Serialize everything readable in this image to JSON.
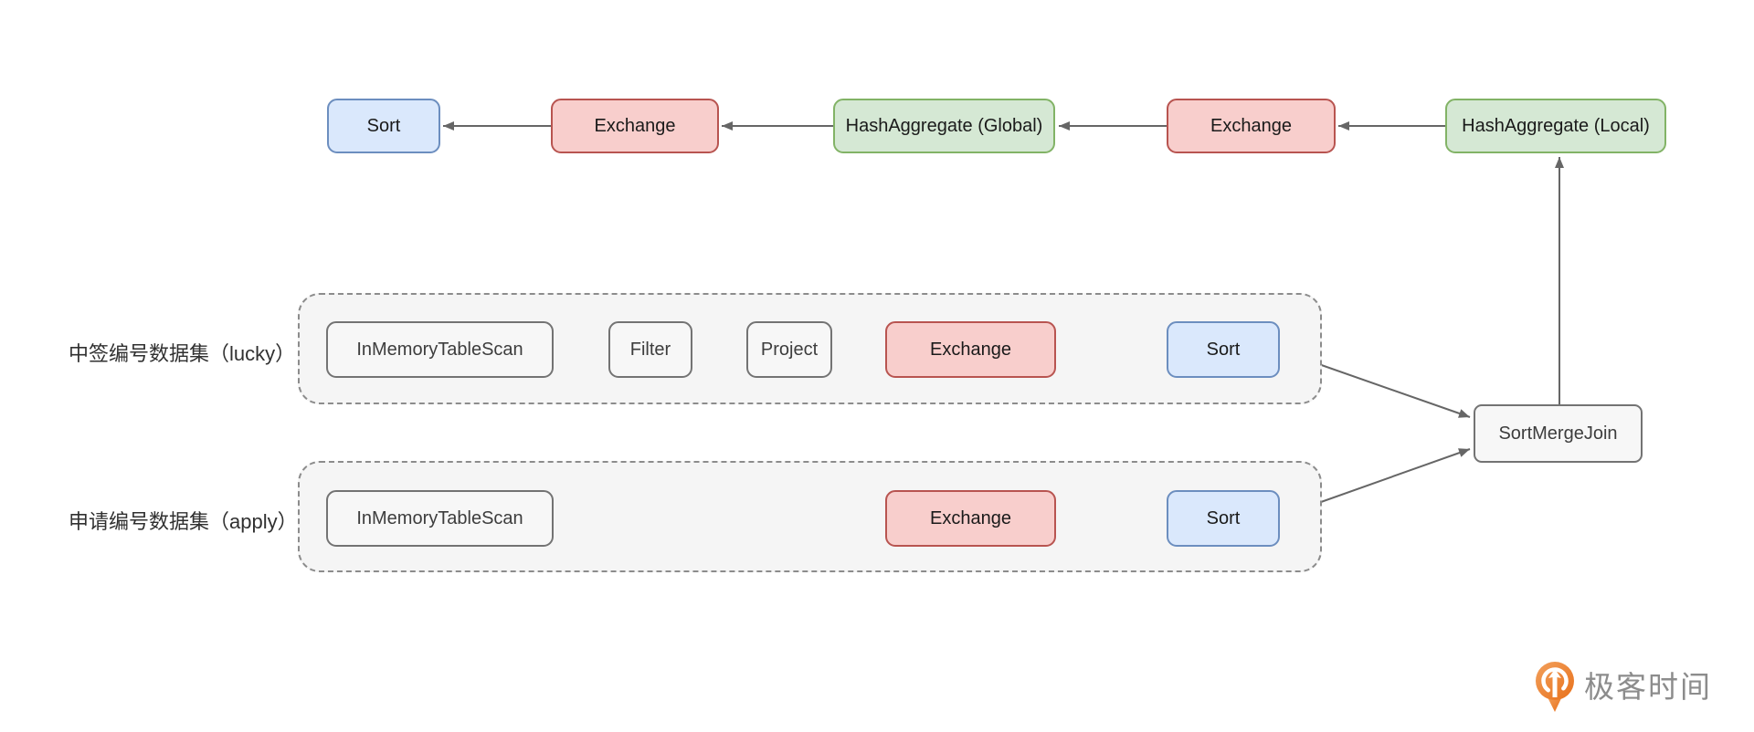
{
  "diagram_title": "Spark SQL physical execution plan",
  "colors": {
    "background": "#FFFFFF",
    "arrow": "#666666",
    "sort_fill": "#DAE8FC",
    "sort_border": "#6C8EBF",
    "exchange_fill": "#F8CECC",
    "exchange_border": "#B85450",
    "aggregate_fill": "#D5E8D4",
    "aggregate_border": "#82B366",
    "plain_fill": "#F7F7F7",
    "plain_border": "#737373",
    "group_fill": "#F5F5F5",
    "group_border": "#8C8C8C",
    "box_text": "#1A1A1A",
    "label_text": "#303030",
    "logo_orange": "#ED7D31",
    "logo_text_gray": "#8C8C8C"
  },
  "top_flow": {
    "direction": "right-to-left",
    "nodes": [
      {
        "id": "sort-final",
        "label": "Sort",
        "kind": "sort"
      },
      {
        "id": "exchange-top-1",
        "label": "Exchange",
        "kind": "exchange"
      },
      {
        "id": "hashaggregate-global",
        "label": "HashAggregate (Global)",
        "kind": "aggregate"
      },
      {
        "id": "exchange-top-2",
        "label": "Exchange",
        "kind": "exchange"
      },
      {
        "id": "hashaggregate-local",
        "label": "HashAggregate (Local)",
        "kind": "aggregate"
      }
    ]
  },
  "lucky_branch": {
    "caption": "中签编号数据集（lucky）",
    "nodes": [
      {
        "id": "inmemorytablescan-lucky",
        "label": "InMemoryTableScan",
        "kind": "plain"
      },
      {
        "id": "filter",
        "label": "Filter",
        "kind": "plain"
      },
      {
        "id": "project",
        "label": "Project",
        "kind": "plain"
      },
      {
        "id": "exchange-lucky",
        "label": "Exchange",
        "kind": "exchange"
      },
      {
        "id": "sort-lucky",
        "label": "Sort",
        "kind": "sort"
      }
    ]
  },
  "apply_branch": {
    "caption": "申请编号数据集（apply）",
    "nodes": [
      {
        "id": "inmemorytablescan-apply",
        "label": "InMemoryTableScan",
        "kind": "plain"
      },
      {
        "id": "exchange-apply",
        "label": "Exchange",
        "kind": "exchange"
      },
      {
        "id": "sort-apply",
        "label": "Sort",
        "kind": "sort"
      }
    ]
  },
  "join_node": {
    "id": "sortmergejoin",
    "label": "SortMergeJoin",
    "kind": "plain"
  },
  "logo": {
    "text": "极客时间",
    "icon": "geektime-logo"
  }
}
